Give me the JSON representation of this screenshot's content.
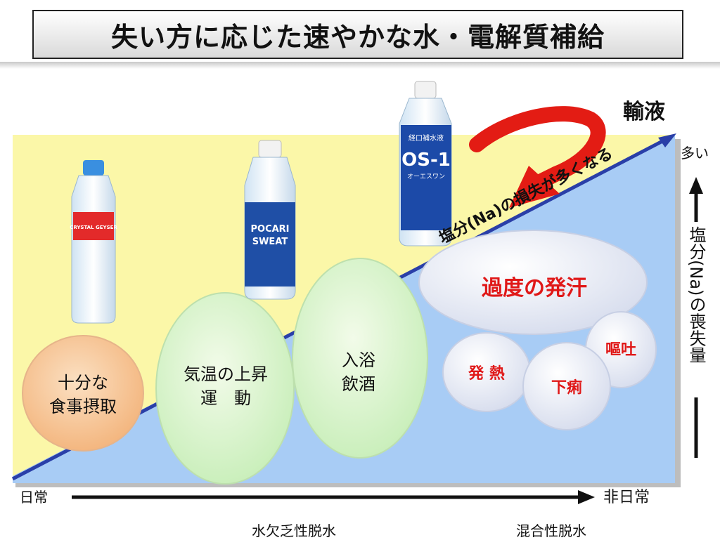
{
  "title": "失い方に応じた速やかな水・電解質補給",
  "top_right_label": "輸液",
  "axis_right": {
    "top": "多い",
    "label": "塩分(Na)の喪失量"
  },
  "axis_bottom": {
    "left": "日常",
    "right": "非日常"
  },
  "diagonal_label": "塩分(Na)の損失が多くなる",
  "bubbles": {
    "meal": [
      "十分な",
      "食事摂取"
    ],
    "exercise": [
      "気温の上昇",
      "運　動"
    ],
    "bath": [
      "入浴",
      "飲酒"
    ],
    "sweat": "過度の発汗",
    "fever": "発 熱",
    "diarrhea": "下痢",
    "vomit": "嘔吐"
  },
  "footer": {
    "left": "水欠乏性脱水",
    "right": "混合性脱水"
  },
  "bottles": {
    "crystal": {
      "label": "CRYSTAL GEYSER"
    },
    "pocari": {
      "line1": "POCARI",
      "line2": "SWEAT"
    },
    "os1": {
      "top": "経口補水液",
      "main": "OS-1",
      "sub": "オーエスワン"
    }
  },
  "colors": {
    "yellow": "#fbf7a8",
    "blue": "#a8ccf5",
    "diagonal": "#2a3fa8",
    "arrow_red": "#e31c14"
  }
}
